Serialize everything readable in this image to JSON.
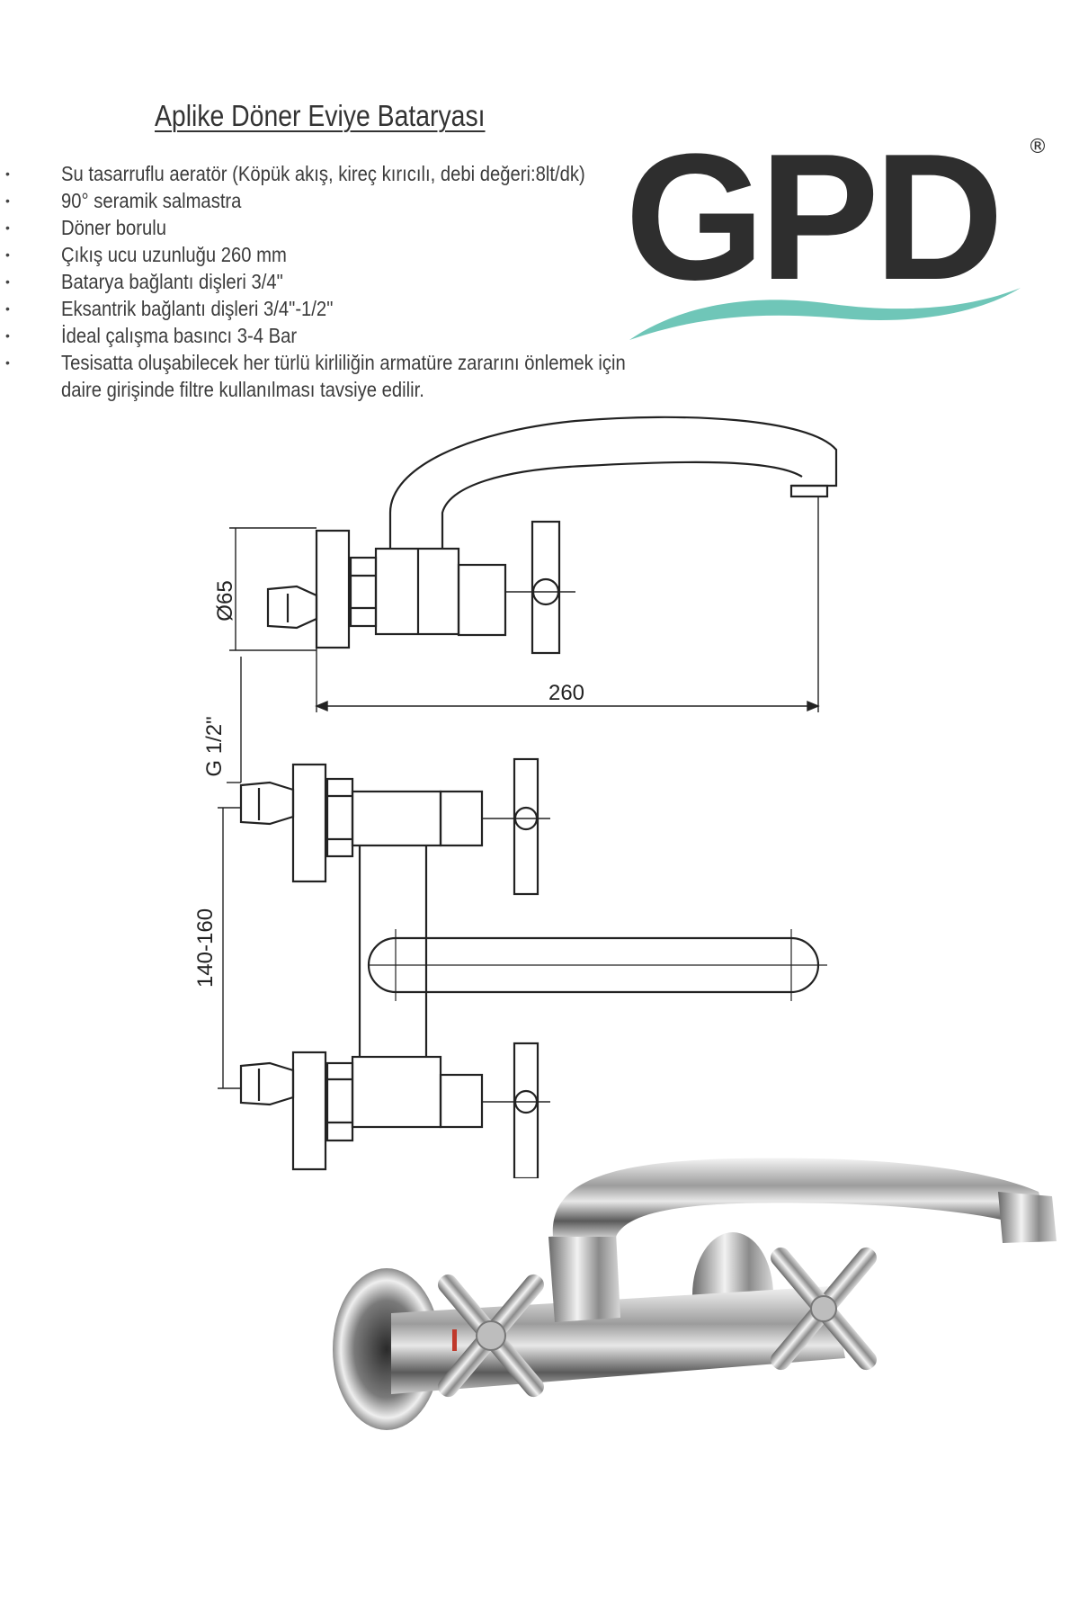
{
  "title": "Aplike Döner Eviye Bataryası",
  "features": [
    {
      "text": "Su tasarruflu aeratör (Köpük akış, kireç kırıcılı, debi değeri:8lt/dk)"
    },
    {
      "text": "90° seramik salmastra"
    },
    {
      "text": "Döner borulu"
    },
    {
      "text": "Çıkış ucu uzunluğu 260 mm"
    },
    {
      "text": "Batarya bağlantı dişleri 3/4\""
    },
    {
      "text": "Eksantrik bağlantı dişleri 3/4\"-1/2\""
    },
    {
      "text": "İdeal çalışma basıncı 3-4 Bar"
    },
    {
      "text": "Tesisatta oluşabilecek her türlü kirliliğin armatüre zararını önlemek için"
    },
    {
      "text": "daire girişinde filtre kullanılması tavsiye edilir.",
      "continuation": true
    }
  ],
  "logo": {
    "text": "GPD",
    "registered": "®",
    "text_color": "#2e2e2e",
    "wave_color": "#6fc6b8"
  },
  "drawing": {
    "dim_diameter": "Ø65",
    "dim_length": "260",
    "dim_thread": "G 1/2\"",
    "dim_spacing": "140-160",
    "line_color": "#222222"
  }
}
